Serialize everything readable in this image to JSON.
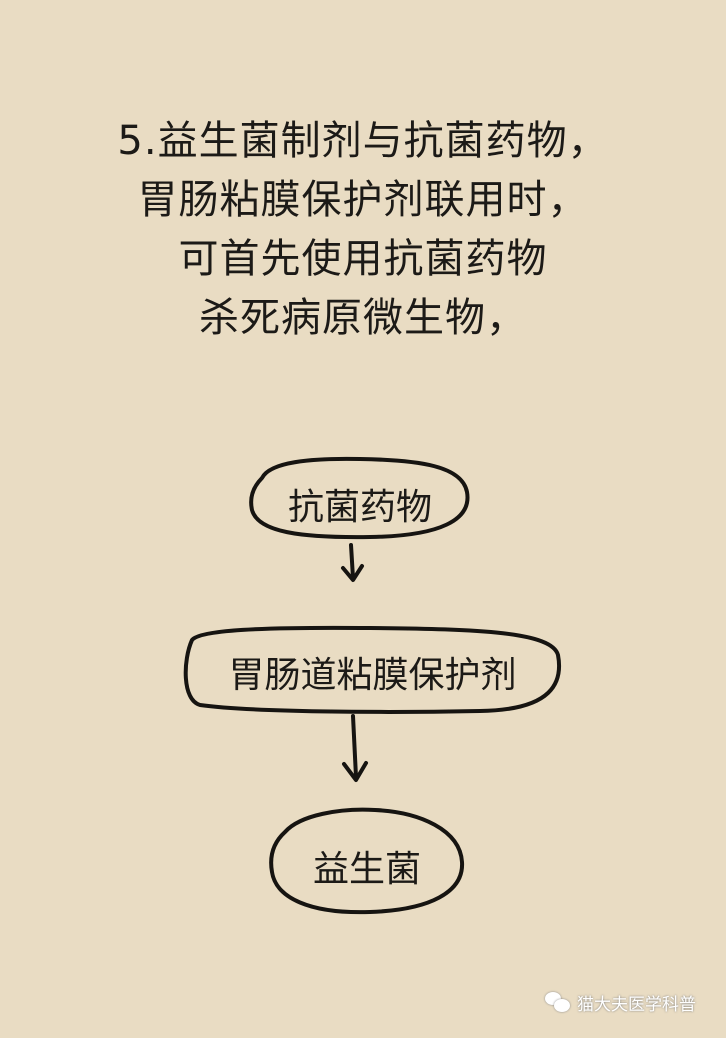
{
  "heading": {
    "lines": [
      "5.益生菌制剂与抗菌药物，",
      "胃肠粘膜保护剂联用时，",
      "可首先使用抗菌药物",
      "杀死病原微生物，"
    ]
  },
  "flow": {
    "nodes": [
      {
        "label": "抗菌药物"
      },
      {
        "label": "胃肠道粘膜保护剂"
      },
      {
        "label": "益生菌"
      }
    ]
  },
  "watermark": {
    "text": "猫大夫医学科普",
    "icon": "wechat-icon"
  }
}
